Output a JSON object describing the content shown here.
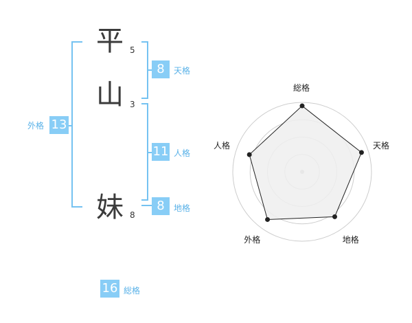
{
  "name": {
    "chars": [
      {
        "char": "平",
        "strokes": "5"
      },
      {
        "char": "山",
        "strokes": "3"
      },
      {
        "char": "妹",
        "strokes": "8"
      }
    ]
  },
  "kakusu": {
    "tenkaku": {
      "value": "8",
      "label": "天格"
    },
    "jinkaku": {
      "value": "11",
      "label": "人格"
    },
    "chikaku": {
      "value": "8",
      "label": "地格"
    },
    "gaikaku": {
      "value": "13",
      "label": "外格"
    },
    "soukaku": {
      "value": "16",
      "label": "総格"
    }
  },
  "chart_data": {
    "type": "radar",
    "axes": [
      "総格",
      "天格",
      "地格",
      "外格",
      "人格"
    ],
    "values": [
      0.95,
      0.9,
      0.8,
      0.85,
      0.8
    ],
    "rings": 4,
    "max": 1,
    "colors": {
      "fill": "#efefef",
      "line": "#222222",
      "ring": "#cccccc",
      "point": "#222222",
      "center": "#bbbbbb"
    }
  }
}
